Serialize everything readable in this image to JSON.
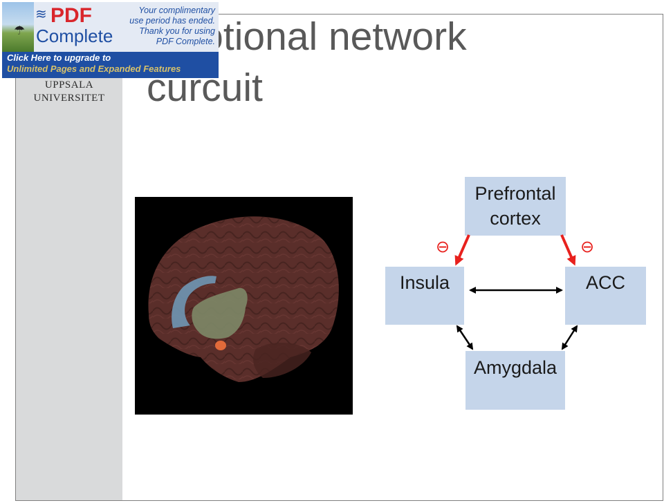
{
  "pdf_banner": {
    "brand_top": "PDF",
    "brand_bottom": "Complete",
    "message": [
      "Your complimentary",
      "use period has ended.",
      "Thank you for using",
      "PDF Complete."
    ],
    "upgrade_line1": "Click Here to upgrade to",
    "upgrade_line2": "Unlimited Pages and Expanded Features",
    "logo_icon": "person-umbrella-icon",
    "colors": {
      "blue": "#1f4fa3",
      "red": "#d9262c",
      "gold": "#d8c26a"
    }
  },
  "sidebar": {
    "university_line1": "UPPSALA",
    "university_line2": "UNIVERSITET"
  },
  "slide": {
    "title_line1": "emotional network",
    "title_line2": "curcuit"
  },
  "diagram": {
    "nodes": {
      "prefrontal_line1": "Prefrontal",
      "prefrontal_line2": "cortex",
      "insula": "Insula",
      "acc": "ACC",
      "amygdala": "Amygdala"
    },
    "inhibition_symbol_left": "⊖",
    "inhibition_symbol_right": "⊖",
    "colors": {
      "box_fill": "#c5d5ea",
      "inhibit_arrow": "#e8211d",
      "bidirectional_arrow": "#000000"
    }
  },
  "brain_image": {
    "description_icon": "brain-lateral-view-icon",
    "colors": {
      "cortex": "#5a2e2a",
      "insula": "#7d8867",
      "acc": "#6f97b4",
      "amygdala": "#e26a3a",
      "background": "#000000"
    }
  }
}
